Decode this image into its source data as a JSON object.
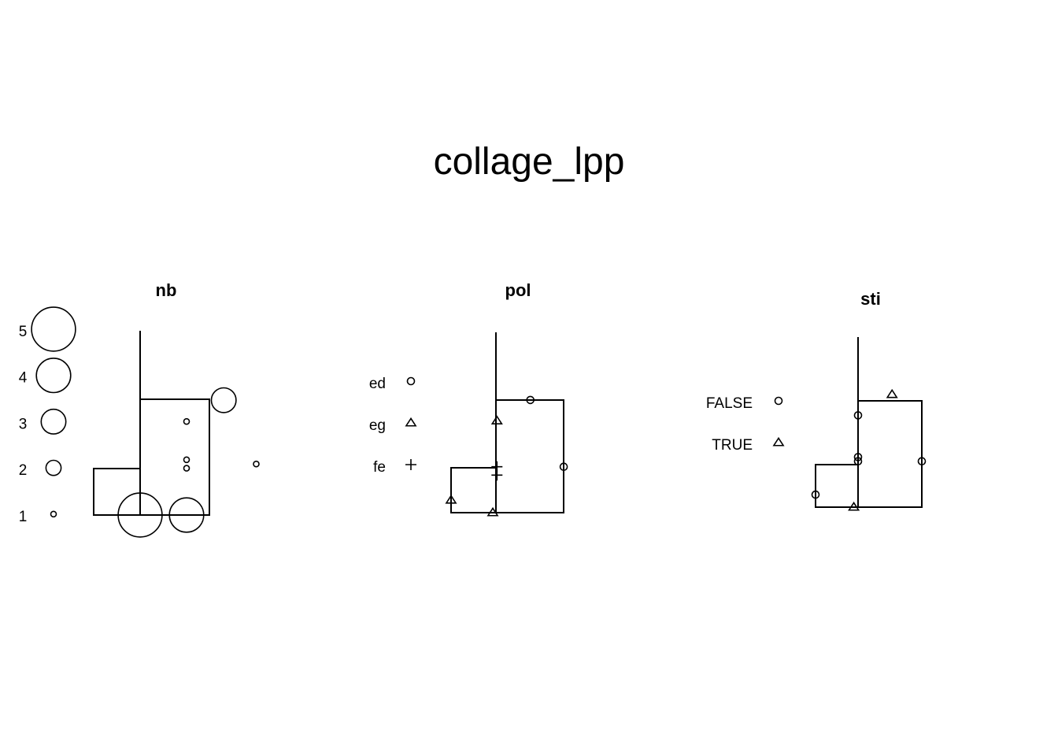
{
  "title": "collage_lpp",
  "chart_data": [
    {
      "type": "scatter",
      "title": "nb",
      "mark_attribute": "size",
      "legend": [
        {
          "label": "5",
          "value": 5
        },
        {
          "label": "4",
          "value": 4
        },
        {
          "label": "3",
          "value": 3
        },
        {
          "label": "2",
          "value": 2
        },
        {
          "label": "1",
          "value": 1
        }
      ],
      "points": [
        {
          "x": 1.0,
          "y": 0.0,
          "value": 5
        },
        {
          "x": 2.0,
          "y": 0.0,
          "value": 4
        },
        {
          "x": 2.0,
          "y": 1.1,
          "value": 1
        },
        {
          "x": 2.0,
          "y": 1.3,
          "value": 1
        },
        {
          "x": 2.0,
          "y": 2.2,
          "value": 1
        },
        {
          "x": 2.8,
          "y": 2.7,
          "value": 3
        },
        {
          "x": 3.5,
          "y": 1.2,
          "value": 1
        }
      ]
    },
    {
      "type": "scatter",
      "title": "pol",
      "mark_attribute": "shape",
      "legend": [
        {
          "label": "ed",
          "symbol": "circle"
        },
        {
          "label": "eg",
          "symbol": "triangle"
        },
        {
          "label": "fe",
          "symbol": "plus"
        }
      ],
      "points": [
        {
          "x": 0.0,
          "y": 0.3,
          "category": "eg"
        },
        {
          "x": 1.0,
          "y": 0.0,
          "category": "eg"
        },
        {
          "x": 1.1,
          "y": 0.9,
          "category": "fe"
        },
        {
          "x": 1.1,
          "y": 1.1,
          "category": "fe"
        },
        {
          "x": 1.1,
          "y": 2.2,
          "category": "eg"
        },
        {
          "x": 1.9,
          "y": 2.7,
          "category": "ed"
        },
        {
          "x": 2.7,
          "y": 1.1,
          "category": "ed"
        }
      ]
    },
    {
      "type": "scatter",
      "title": "sti",
      "mark_attribute": "shape",
      "legend": [
        {
          "label": "FALSE",
          "symbol": "circle"
        },
        {
          "label": "TRUE",
          "symbol": "triangle"
        }
      ],
      "points": [
        {
          "x": 0.0,
          "y": 0.3,
          "category": "FALSE"
        },
        {
          "x": 0.9,
          "y": 0.0,
          "category": "TRUE"
        },
        {
          "x": 1.0,
          "y": 1.1,
          "category": "FALSE"
        },
        {
          "x": 1.0,
          "y": 1.2,
          "category": "FALSE"
        },
        {
          "x": 1.0,
          "y": 2.2,
          "category": "FALSE"
        },
        {
          "x": 1.8,
          "y": 2.7,
          "category": "TRUE"
        },
        {
          "x": 2.5,
          "y": 1.1,
          "category": "FALSE"
        }
      ]
    }
  ]
}
